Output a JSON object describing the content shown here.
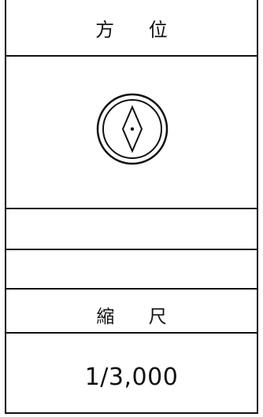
{
  "table": {
    "orientation_header": "方 位",
    "scale_header": "縮 尺",
    "scale_value": "1/3,000"
  },
  "icons": {
    "compass": "north-arrow-compass-icon"
  }
}
